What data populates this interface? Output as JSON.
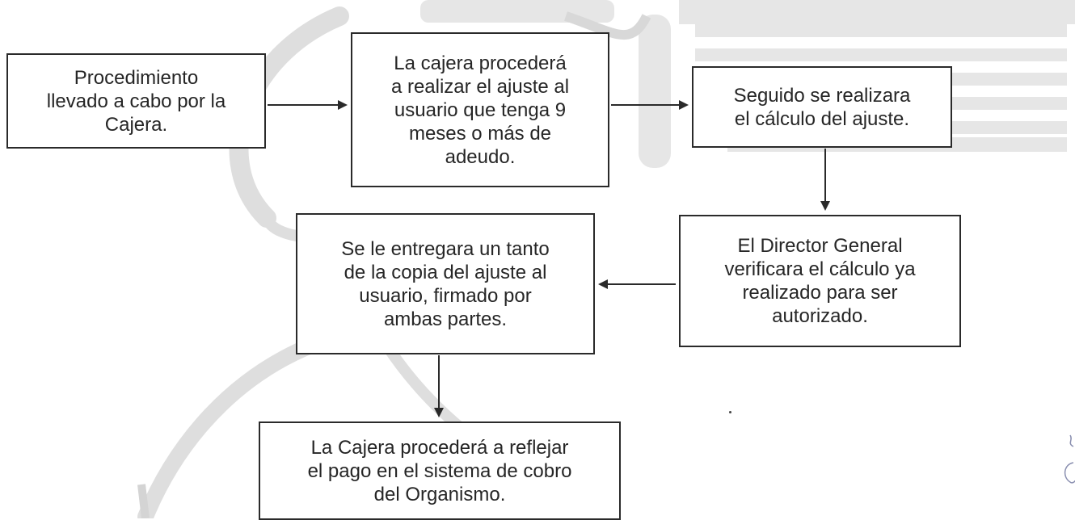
{
  "diagram": {
    "nodes": [
      {
        "id": "n1",
        "text": "Procedimiento\nllevado a cabo por la\nCajera."
      },
      {
        "id": "n2",
        "text": "La cajera procederá\na realizar el ajuste al\nusuario que tenga 9\nmeses o más de\nadeudo."
      },
      {
        "id": "n3",
        "text": "Seguido se realizara\nel cálculo del ajuste."
      },
      {
        "id": "n4",
        "text": "El Director General\nverificara el cálculo ya\nrealizado para ser\nautorizado."
      },
      {
        "id": "n5",
        "text": "Se le entregara un tanto\nde la copia del ajuste al\nusuario, firmado por\nambas partes."
      },
      {
        "id": "n6",
        "text": "La Cajera procederá a reflejar\nel pago en el sistema de cobro\ndel Organismo."
      }
    ],
    "edges": [
      {
        "from": "n1",
        "to": "n2"
      },
      {
        "from": "n2",
        "to": "n3"
      },
      {
        "from": "n3",
        "to": "n4"
      },
      {
        "from": "n4",
        "to": "n5"
      },
      {
        "from": "n5",
        "to": "n6"
      }
    ],
    "colors": {
      "border": "#2a2a2a",
      "text": "#262626",
      "watermark": "#dcdcdc"
    }
  }
}
